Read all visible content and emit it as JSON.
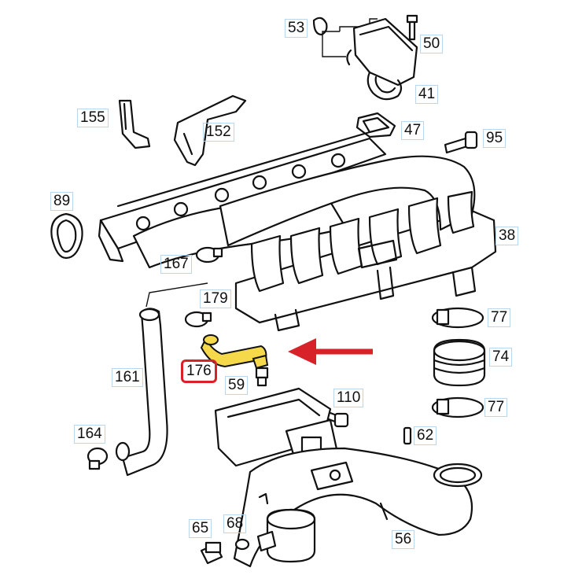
{
  "callouts": [
    {
      "id": "53",
      "text": "53"
    },
    {
      "id": "50",
      "text": "50"
    },
    {
      "id": "41",
      "text": "41"
    },
    {
      "id": "155",
      "text": "155"
    },
    {
      "id": "152",
      "text": "152"
    },
    {
      "id": "47",
      "text": "47"
    },
    {
      "id": "95",
      "text": "95"
    },
    {
      "id": "89",
      "text": "89"
    },
    {
      "id": "38",
      "text": "38"
    },
    {
      "id": "167",
      "text": "167"
    },
    {
      "id": "179",
      "text": "179"
    },
    {
      "id": "77a",
      "text": "77"
    },
    {
      "id": "74",
      "text": "74"
    },
    {
      "id": "77b",
      "text": "77"
    },
    {
      "id": "161",
      "text": "161"
    },
    {
      "id": "176",
      "text": "176"
    },
    {
      "id": "59",
      "text": "59"
    },
    {
      "id": "110",
      "text": "110"
    },
    {
      "id": "62",
      "text": "62"
    },
    {
      "id": "164",
      "text": "164"
    },
    {
      "id": "65",
      "text": "65"
    },
    {
      "id": "68",
      "text": "68"
    },
    {
      "id": "56",
      "text": "56"
    }
  ],
  "highlight": {
    "part": "176",
    "part_color": "#f5d94a",
    "pointer_color": "#d8222a"
  }
}
